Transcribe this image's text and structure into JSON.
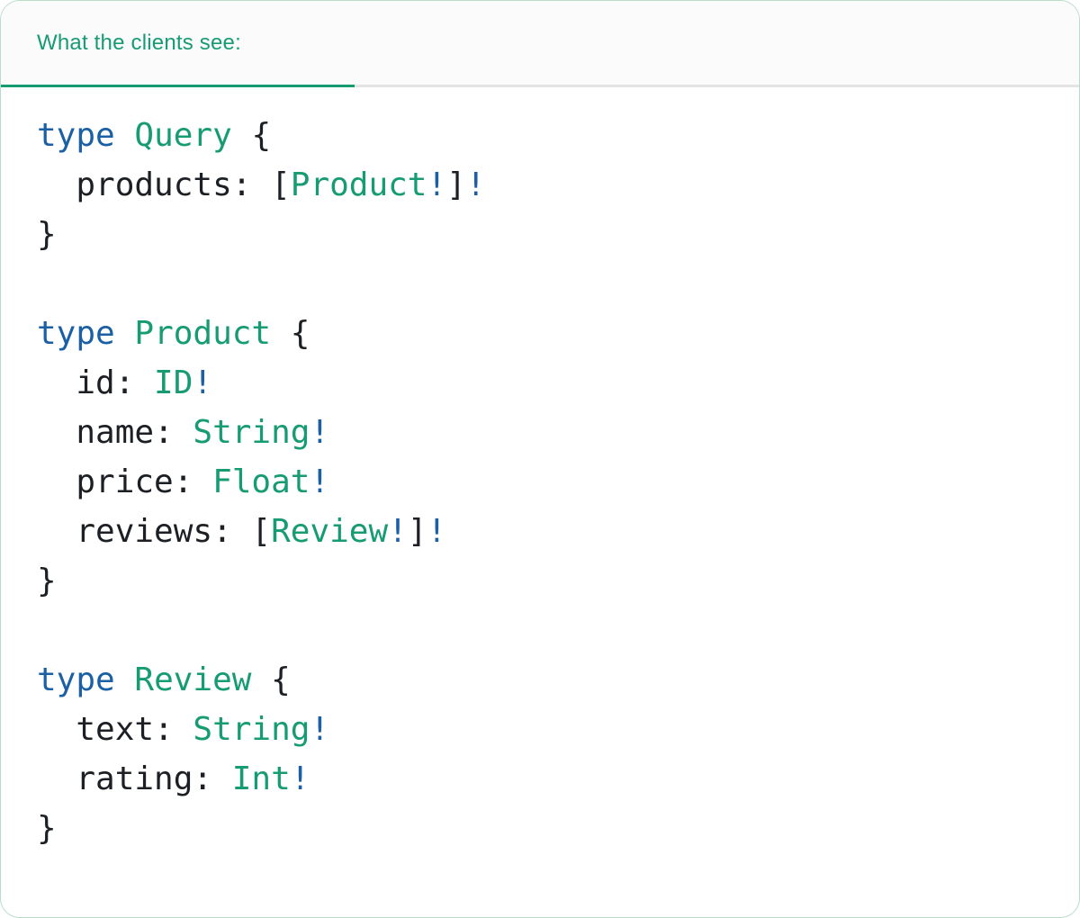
{
  "header": {
    "tab_label": "What the clients see:"
  },
  "colors": {
    "accent_green": "#169b72",
    "keyword_blue": "#1b5fa5",
    "text_dark": "#1c2025",
    "card_border": "#b9dcc9",
    "divider": "#e4e4e4",
    "header_bg": "#fbfbfb"
  },
  "code": {
    "language": "graphql",
    "lines": [
      [
        [
          "kw",
          "type"
        ],
        [
          "plain",
          " "
        ],
        [
          "type",
          "Query"
        ],
        [
          "plain",
          " {"
        ]
      ],
      [
        [
          "plain",
          "  products: ["
        ],
        [
          "type",
          "Product"
        ],
        [
          "bang",
          "!"
        ],
        [
          "plain",
          "]"
        ],
        [
          "bang",
          "!"
        ]
      ],
      [
        [
          "plain",
          "}"
        ]
      ],
      [],
      [
        [
          "kw",
          "type"
        ],
        [
          "plain",
          " "
        ],
        [
          "type",
          "Product"
        ],
        [
          "plain",
          " {"
        ]
      ],
      [
        [
          "plain",
          "  id: "
        ],
        [
          "type",
          "ID"
        ],
        [
          "bang",
          "!"
        ]
      ],
      [
        [
          "plain",
          "  name: "
        ],
        [
          "type",
          "String"
        ],
        [
          "bang",
          "!"
        ]
      ],
      [
        [
          "plain",
          "  price: "
        ],
        [
          "type",
          "Float"
        ],
        [
          "bang",
          "!"
        ]
      ],
      [
        [
          "plain",
          "  reviews: ["
        ],
        [
          "type",
          "Review"
        ],
        [
          "bang",
          "!"
        ],
        [
          "plain",
          "]"
        ],
        [
          "bang",
          "!"
        ]
      ],
      [
        [
          "plain",
          "}"
        ]
      ],
      [],
      [
        [
          "kw",
          "type"
        ],
        [
          "plain",
          " "
        ],
        [
          "type",
          "Review"
        ],
        [
          "plain",
          " {"
        ]
      ],
      [
        [
          "plain",
          "  text: "
        ],
        [
          "type",
          "String"
        ],
        [
          "bang",
          "!"
        ]
      ],
      [
        [
          "plain",
          "  rating: "
        ],
        [
          "type",
          "Int"
        ],
        [
          "bang",
          "!"
        ]
      ],
      [
        [
          "plain",
          "}"
        ]
      ]
    ]
  }
}
